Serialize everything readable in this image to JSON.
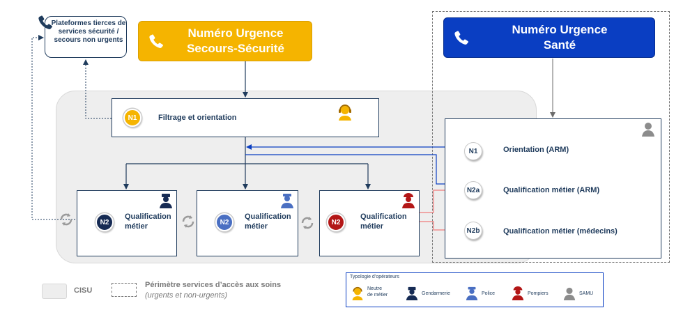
{
  "tiers": {
    "text": "Plateformes tierces de services sécurité / secours non urgents"
  },
  "banner_secours": {
    "line1": "Numéro Urgence",
    "line2": "Secours-Sécurité"
  },
  "banner_sante": {
    "line1": "Numéro Urgence",
    "line2": "Santé"
  },
  "filtrage": {
    "badge": "N1",
    "label": "Filtrage et orientation"
  },
  "qualification": [
    {
      "badge": "N2",
      "line1": "Qualification",
      "line2": "métier"
    },
    {
      "badge": "N2",
      "line1": "Qualification",
      "line2": "métier"
    },
    {
      "badge": "N2",
      "line1": "Qualification",
      "line2": "métier"
    }
  ],
  "sante": {
    "rows": [
      {
        "badge": "N1",
        "label": "Orientation (ARM)"
      },
      {
        "badge": "N2a",
        "label": "Qualification métier (ARM)"
      },
      {
        "badge": "N2b",
        "label": "Qualification métier (médecins)"
      }
    ]
  },
  "legend": {
    "cisu": "CISU",
    "perimetre_title": "Périmètre services d’accès aux soins",
    "perimetre_sub": "(urgents et non-urgents)",
    "typologie_title": "Typologie d’opérateurs",
    "neutre_line1": "Neutre",
    "neutre_line2": "de métier",
    "gendarmerie": "Gendarmerie",
    "police": "Police",
    "pompiers": "Pompiers",
    "samu": "SAMU"
  },
  "colors": {
    "yellow": "#f5b400",
    "blue": "#0a3ec2",
    "navy": "#162b54",
    "police_blue": "#4a6fc2",
    "red": "#b31616",
    "grey": "#8c8c8c",
    "link_red": "#f07b7b"
  },
  "icons": [
    "phone-icon",
    "operator-headset-icon",
    "gendarme-icon",
    "police-icon",
    "firefighter-icon",
    "samu-icon",
    "cycle-arrows-icon"
  ]
}
